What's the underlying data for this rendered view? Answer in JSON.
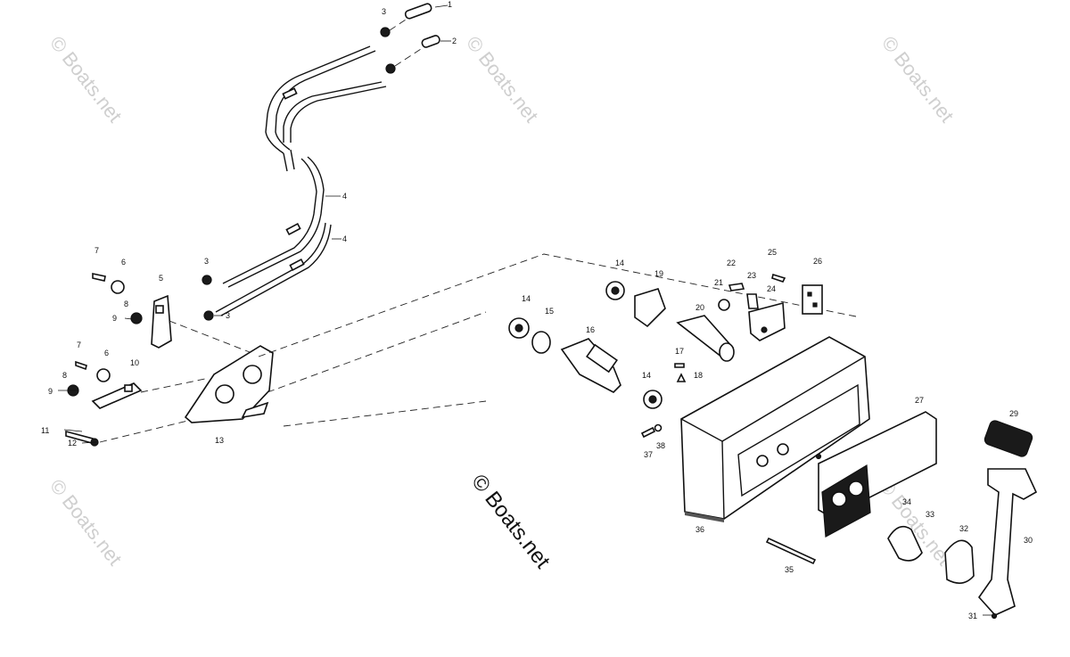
{
  "watermarks": {
    "corner": "© Boats.net",
    "center": "© Boats.net"
  },
  "callouts": {
    "c1": "1",
    "c2": "2",
    "c3a": "3",
    "c3b": "3",
    "c3c": "3",
    "c4a": "4",
    "c4b": "4",
    "c5": "5",
    "c6a": "6",
    "c6b": "6",
    "c7a": "7",
    "c7b": "7",
    "c8a": "8",
    "c8b": "8",
    "c9a": "9",
    "c9b": "9",
    "c10": "10",
    "c11": "11",
    "c12": "12",
    "c13": "13",
    "c14a": "14",
    "c14b": "14",
    "c14c": "14",
    "c15": "15",
    "c16": "16",
    "c17": "17",
    "c18": "18",
    "c19": "19",
    "c20": "20",
    "c21": "21",
    "c22": "22",
    "c23": "23",
    "c24": "24",
    "c25": "25",
    "c26": "26",
    "c27": "27",
    "c29": "29",
    "c30": "30",
    "c31": "31",
    "c32": "32",
    "c33": "33",
    "c34": "34",
    "c35": "35",
    "c36": "36",
    "c37": "37",
    "c38": "38"
  }
}
